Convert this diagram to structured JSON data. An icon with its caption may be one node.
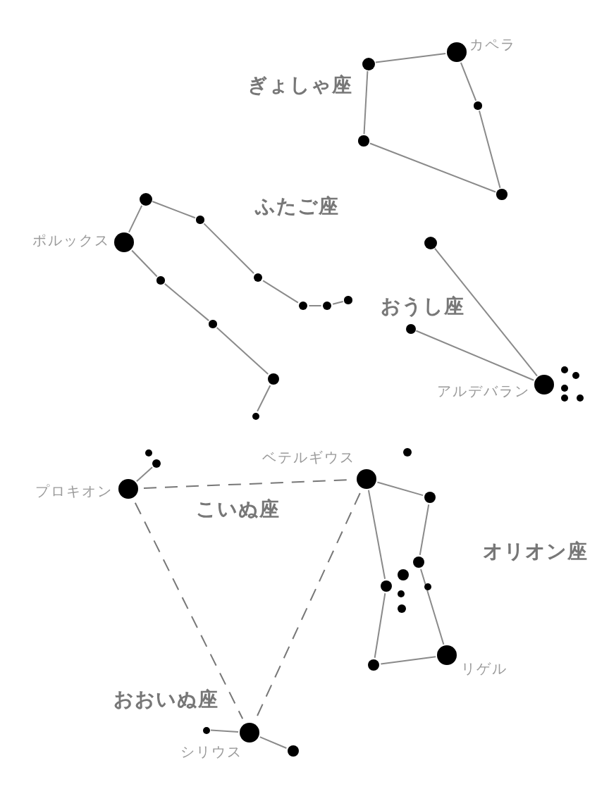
{
  "diagram": {
    "nodes": [
      {
        "text": [],
        "shape": "circle"
      },
      {
        "text": [],
        "shape": "circle",
        "beside": [
          "カペラ"
        ]
      },
      {
        "text": [],
        "shape": "circle"
      },
      {
        "text": [],
        "shape": "circle"
      },
      {
        "text": [],
        "shape": "circle"
      },
      {
        "text": [],
        "shape": "circle"
      },
      {
        "text": [],
        "shape": "circle",
        "beside": [
          "ポルックス"
        ]
      },
      {
        "text": [],
        "shape": "circle"
      },
      {
        "text": [],
        "shape": "circle"
      },
      {
        "text": [],
        "shape": "circle"
      },
      {
        "text": [],
        "shape": "circle"
      },
      {
        "text": [],
        "shape": "circle"
      },
      {
        "text": [],
        "shape": "circle"
      },
      {
        "text": [],
        "shape": "circle"
      },
      {
        "text": [],
        "shape": "circle"
      },
      {
        "text": [],
        "shape": "circle"
      },
      {
        "text": [],
        "shape": "circle"
      },
      {
        "text": [],
        "shape": "circle"
      },
      {
        "text": [],
        "shape": "circle"
      },
      {
        "text": [],
        "shape": "circle"
      },
      {
        "text": [],
        "shape": "circle",
        "beside": [
          "アルデバラン"
        ]
      },
      {
        "text": [],
        "shape": "circle"
      },
      {
        "text": [],
        "shape": "circle"
      },
      {
        "text": [],
        "shape": "circle"
      },
      {
        "text": [],
        "shape": "circle"
      },
      {
        "text": [],
        "shape": "circle"
      },
      {
        "text": [],
        "shape": "circle"
      },
      {
        "text": [],
        "shape": "circle",
        "beside": [
          "ベテルギウス"
        ]
      },
      {
        "text": [],
        "shape": "circle",
        "beside": [
          "プロキオン"
        ]
      },
      {
        "text": [],
        "shape": "circle"
      },
      {
        "text": [],
        "shape": "circle"
      },
      {
        "text": [],
        "shape": "circle"
      },
      {
        "text": [],
        "shape": "circle"
      },
      {
        "text": [],
        "shape": "circle"
      },
      {
        "text": [],
        "shape": "circle"
      },
      {
        "text": [],
        "shape": "circle"
      },
      {
        "text": [],
        "shape": "circle",
        "beside": [
          "リゲル"
        ]
      },
      {
        "text": [],
        "shape": "circle"
      },
      {
        "text": [],
        "shape": "circle"
      },
      {
        "text": [],
        "shape": "circle",
        "beside": [
          "シリウス"
        ]
      },
      {
        "text": [],
        "shape": "circle"
      }
    ],
    "edges": [
      {
        "from": 0,
        "to": 1,
        "arrow": "none"
      },
      {
        "from": 1,
        "to": 2,
        "arrow": "none"
      },
      {
        "from": 2,
        "to": 4,
        "arrow": "none"
      },
      {
        "from": 4,
        "to": 3,
        "arrow": "none"
      },
      {
        "from": 3,
        "to": 0,
        "arrow": "none"
      },
      {
        "from": 6,
        "to": 5,
        "arrow": "none"
      },
      {
        "from": 5,
        "to": 7,
        "arrow": "none"
      },
      {
        "from": 7,
        "to": 8,
        "arrow": "none"
      },
      {
        "from": 8,
        "to": 10,
        "arrow": "none"
      },
      {
        "from": 10,
        "to": 11,
        "arrow": "none"
      },
      {
        "from": 11,
        "to": 12,
        "arrow": "none"
      },
      {
        "from": 6,
        "to": 9,
        "arrow": "none"
      },
      {
        "from": 9,
        "to": 13,
        "arrow": "none"
      },
      {
        "from": 13,
        "to": 14,
        "arrow": "none"
      },
      {
        "from": 14,
        "to": 15,
        "arrow": "none"
      },
      {
        "from": 16,
        "to": 20,
        "arrow": "none"
      },
      {
        "from": 17,
        "to": 20,
        "arrow": "none"
      },
      {
        "from": 28,
        "to": 26,
        "arrow": "none"
      },
      {
        "from": 27,
        "to": 29,
        "arrow": "none"
      },
      {
        "from": 29,
        "to": 30,
        "arrow": "none"
      },
      {
        "from": 30,
        "to": 36,
        "arrow": "none"
      },
      {
        "from": 36,
        "to": 37,
        "arrow": "none"
      },
      {
        "from": 37,
        "to": 32,
        "arrow": "none"
      },
      {
        "from": 32,
        "to": 27,
        "arrow": "none"
      },
      {
        "from": 38,
        "to": 39,
        "arrow": "none"
      },
      {
        "from": 39,
        "to": 40,
        "arrow": "none"
      },
      {
        "from": 28,
        "to": 27,
        "arrow": "none",
        "style": "dashed"
      },
      {
        "from": 28,
        "to": 39,
        "arrow": "none",
        "style": "dashed"
      },
      {
        "from": 27,
        "to": 39,
        "arrow": "none",
        "style": "dashed"
      }
    ],
    "labels": [
      "ぎょしゃ座",
      "ふたご座",
      "おうし座",
      "こいぬ座",
      "オリオン座",
      "おおいぬ座"
    ]
  }
}
